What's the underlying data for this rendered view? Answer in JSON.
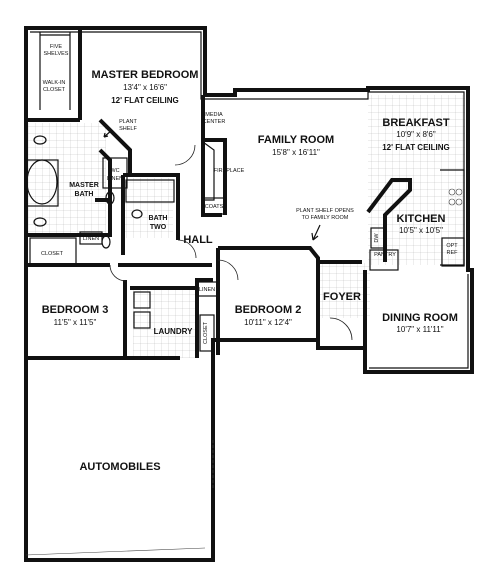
{
  "rooms": {
    "master_bedroom": {
      "name": "MASTER BEDROOM",
      "dims": "13'4\" x 16'6\"",
      "ceiling": "12' FLAT CEILING"
    },
    "family_room": {
      "name": "FAMILY ROOM",
      "dims": "15'8\" x 16'11\""
    },
    "breakfast": {
      "name": "BREAKFAST",
      "dims": "10'9\" x 8'6\"",
      "ceiling": "12' FLAT CEILING"
    },
    "kitchen": {
      "name": "KITCHEN",
      "dims": "10'5\" x 10'5\""
    },
    "master_bath": {
      "name_line1": "MASTER",
      "name_line2": "BATH"
    },
    "bath_two": {
      "name_line1": "BATH",
      "name_line2": "TWO"
    },
    "hall": {
      "name": "HALL"
    },
    "bedroom3": {
      "name": "BEDROOM 3",
      "dims": "11'5\" x 11'5\""
    },
    "bedroom2": {
      "name": "BEDROOM 2",
      "dims": "10'11\" x 12'4\""
    },
    "foyer": {
      "name": "FOYER"
    },
    "dining_room": {
      "name": "DINING ROOM",
      "dims": "10'7\" x 11'11\""
    },
    "laundry": {
      "name": "LAUNDRY"
    },
    "automobiles": {
      "name": "AUTOMOBILES"
    }
  },
  "small_labels": {
    "five_shelves_1": "FIVE",
    "five_shelves_2": "SHELVES",
    "walkin_1": "WALK-IN",
    "walkin_2": "CLOSET",
    "plant_shelf_1": "PLANT",
    "plant_shelf_2": "SHELF",
    "media_center_1": "MEDIA",
    "media_center_2": "CENTER",
    "fireplace": "FIREPLACE",
    "coats": "COATS",
    "linen_bath": "LINEN",
    "closet_bed3": "CLOSET",
    "linen_hall": "LINEN",
    "closet_laundry": "CLOSET",
    "pantry": "PANTRY",
    "dw": "DW",
    "opt_ref_1": "OPT",
    "opt_ref_2": "REF",
    "plant_shelf_fam_1": "PLANT SHELF OPENS",
    "plant_shelf_fam_2": "TO FAMILY ROOM",
    "wc": "WC",
    "linen_mb": "LINEN"
  }
}
